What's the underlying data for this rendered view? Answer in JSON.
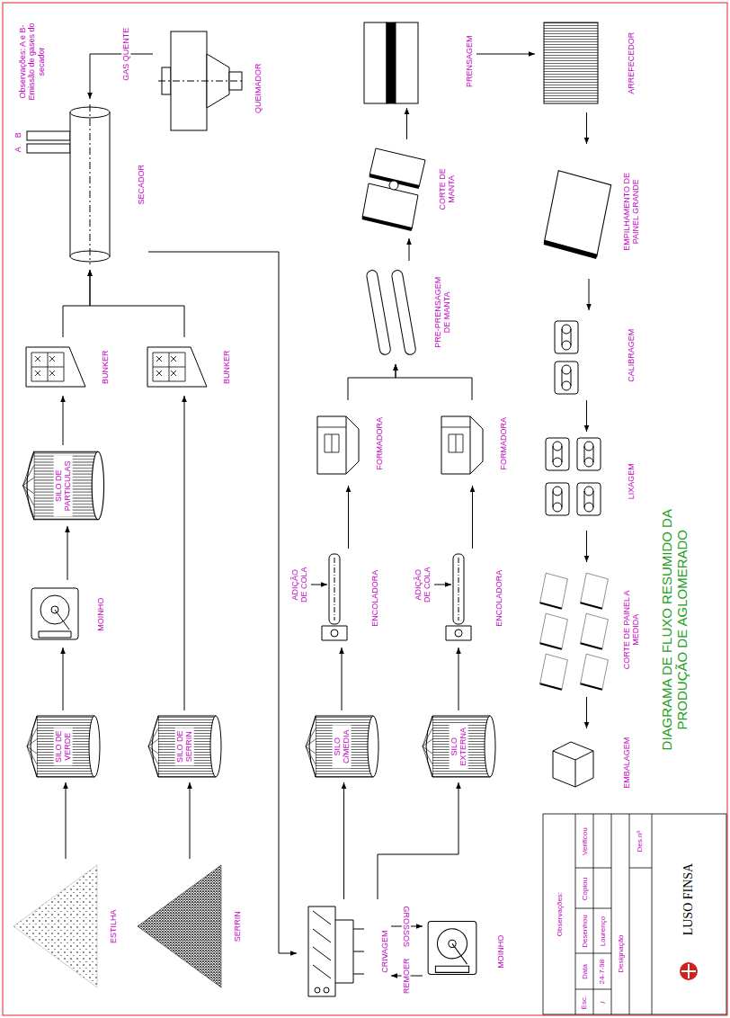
{
  "diagram": {
    "title": "DIAGRAMA DE FLUXO RESUMIDO DA PRODUÇÃO DE AGLOMERADO",
    "nodes": [
      {
        "text": [
          "ESTILHA"
        ]
      },
      {
        "text": [
          "SERRIN"
        ]
      },
      {
        "text": [
          "SILO DE VERDE"
        ]
      },
      {
        "text": [
          "SILO DE SERRIN"
        ]
      },
      {
        "text": [
          "MOINHO"
        ]
      },
      {
        "text": [
          "SILO DE PARTICULAS"
        ]
      },
      {
        "text": [
          "BUNKER"
        ]
      },
      {
        "text": [
          "BUNKER"
        ]
      },
      {
        "text": [
          "SECADOR"
        ]
      },
      {
        "text": [
          "QUEIMADOR"
        ]
      },
      {
        "text": [
          "CRIVAGEM"
        ]
      },
      {
        "text": [
          "MOINHO"
        ]
      },
      {
        "text": [
          "SILO C/MEDIA"
        ]
      },
      {
        "text": [
          "SILO EXTERNA"
        ]
      },
      {
        "text": [
          "ENCOLADORA"
        ]
      },
      {
        "text": [
          "ENCOLADORA"
        ]
      },
      {
        "text": [
          "FORMADORA"
        ]
      },
      {
        "text": [
          "FORMADORA"
        ]
      },
      {
        "text": [
          "PRE-PRENSAGEM DE MANTA"
        ]
      },
      {
        "text": [
          "CORTE DE MANTA"
        ]
      },
      {
        "text": [
          "PRENSAGEM"
        ]
      },
      {
        "text": [
          "ARREFECEDOR"
        ]
      },
      {
        "text": [
          "EMPILHAMENTO DE PAINEL GRANDE"
        ]
      },
      {
        "text": [
          "CALIBRAGEM"
        ]
      },
      {
        "text": [
          "LIXAGEM"
        ]
      },
      {
        "text": [
          "CORTE DE PAINEL A MEDIDA"
        ]
      },
      {
        "text": [
          "EMBALAGEM"
        ]
      }
    ],
    "edges": [
      {
        "from": 0,
        "to": 2,
        "arrow": "to"
      },
      {
        "from": 2,
        "to": 4,
        "arrow": "to"
      },
      {
        "from": 4,
        "to": 5,
        "arrow": "to"
      },
      {
        "from": 5,
        "to": 6,
        "arrow": "to"
      },
      {
        "from": 1,
        "to": 3,
        "arrow": "to"
      },
      {
        "from": 3,
        "to": 7,
        "arrow": "to"
      },
      {
        "from": 6,
        "to": 8,
        "arrow": "to"
      },
      {
        "from": 7,
        "to": 8,
        "arrow": "to"
      },
      {
        "from": 9,
        "to": 8,
        "label": "GAS QUENTE",
        "arrow": "to"
      },
      {
        "from": 8,
        "to": 10,
        "arrow": "to"
      },
      {
        "from": 10,
        "to": 11,
        "label": "GROSSOS",
        "arrow": "to"
      },
      {
        "from": 11,
        "to": 10,
        "label": "REMOER",
        "arrow": "to"
      },
      {
        "from": 10,
        "to": 12,
        "arrow": "to"
      },
      {
        "from": 10,
        "to": 13,
        "arrow": "to"
      },
      {
        "from": 12,
        "to": 14,
        "arrow": "to"
      },
      {
        "from": 13,
        "to": 15,
        "arrow": "to"
      },
      {
        "from": 14,
        "to": 16,
        "arrow": "to"
      },
      {
        "from": 15,
        "to": 17,
        "arrow": "to"
      },
      {
        "from": 16,
        "to": 18,
        "arrow": "to"
      },
      {
        "from": 17,
        "to": 18,
        "arrow": "to"
      },
      {
        "from": 18,
        "to": 19,
        "arrow": "to"
      },
      {
        "from": 19,
        "to": 20,
        "arrow": "to"
      },
      {
        "from": 20,
        "to": 21,
        "arrow": "to"
      },
      {
        "from": 21,
        "to": 22,
        "arrow": "to"
      },
      {
        "from": 22,
        "to": 23,
        "arrow": "to"
      },
      {
        "from": 23,
        "to": 24,
        "arrow": "to"
      },
      {
        "from": 24,
        "to": 25,
        "arrow": "to"
      },
      {
        "from": 25,
        "to": 26,
        "arrow": "to"
      }
    ],
    "labels": [
      "A",
      "B",
      "Observações: A e B-Emissão de gases do secador",
      "ADIÇÃO DE COLA",
      "ADIÇÃO DE COLA",
      "Observações:",
      "Esc.",
      "/",
      "Data",
      "24-7-98",
      "Desenhou",
      "Lourenço",
      "Designação",
      "Copiou",
      "Verificou",
      "Des.nº",
      "LUSO FINSA"
    ]
  }
}
